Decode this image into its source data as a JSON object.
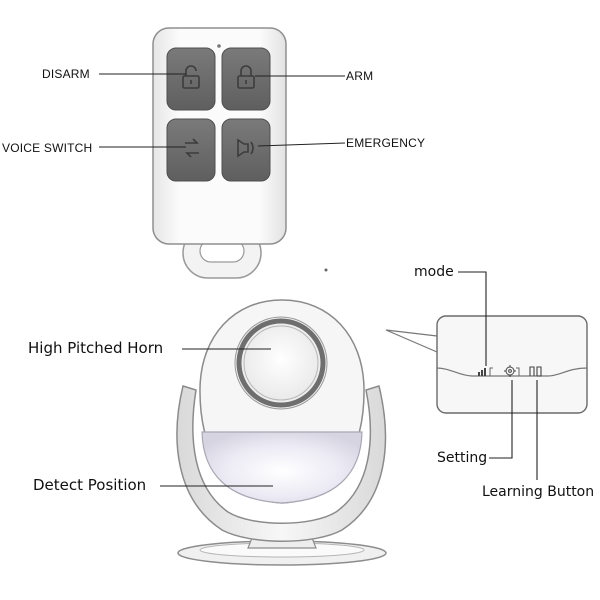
{
  "remote": {
    "buttons": [
      {
        "label": "DISARM",
        "icon": "lock-open-icon"
      },
      {
        "label": "ARM",
        "icon": "lock-closed-icon"
      },
      {
        "label": "VOICE SWITCH",
        "icon": "voice-switch-icon"
      },
      {
        "label": "EMERGENCY",
        "icon": "emergency-horn-icon"
      }
    ]
  },
  "alarm": {
    "labels": {
      "horn": "High Pitched Horn",
      "detect": "Detect Position"
    }
  },
  "detail": {
    "labels": {
      "mode": "mode",
      "setting": "Setting",
      "learning": "Learning Button"
    },
    "icons": [
      "signal-bars-icon",
      "gear-icon",
      "learning-button-icon"
    ]
  },
  "colors": {
    "button_gray": "#6f6f6f",
    "body_white": "#f4f4f4",
    "outline": "#8a8a8a",
    "line": "#222222"
  }
}
